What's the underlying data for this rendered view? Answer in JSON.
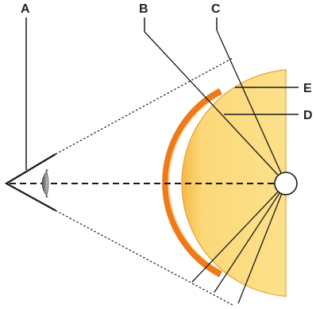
{
  "labels": {
    "a": "A",
    "b": "B",
    "c": "C",
    "d": "D",
    "e": "E"
  },
  "colors": {
    "hemisphere_fill": "#fbd97a",
    "hemisphere_edge": "#e7a234",
    "rim_band": "#ee7a1c",
    "rim_highlight": "#fbe3a1",
    "line": "#1a1a1a",
    "eye_gray": "#7a7a7a"
  },
  "icons": {
    "eye": "eye-icon",
    "light_source": "light-source-circle"
  }
}
